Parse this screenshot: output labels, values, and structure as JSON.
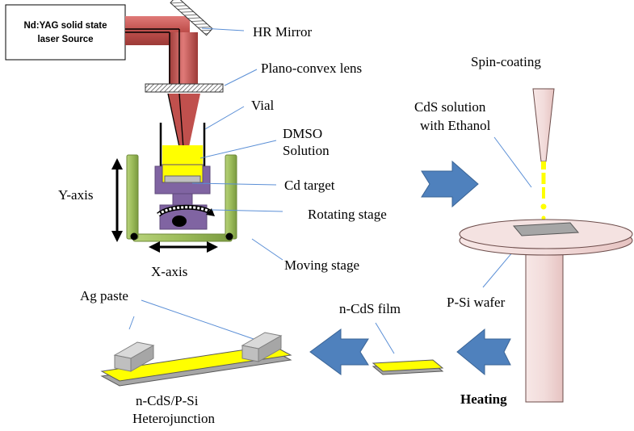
{
  "laser_source": [
    "Nd:YAG solid state",
    "laser Source"
  ],
  "labels": {
    "hr_mirror": "HR Mirror",
    "lens": "Plano-convex lens",
    "vial": "Vial",
    "dmso_1": "DMSO",
    "dmso_2": "Solution",
    "cd_target": "Cd target",
    "rotating_stage": "Rotating stage",
    "moving_stage": "Moving stage",
    "y_axis": "Y-axis",
    "x_axis": "X-axis",
    "spin_coating": "Spin-coating",
    "cds_solution_1": "CdS solution",
    "cds_solution_2": "with Ethanol",
    "psi_wafer": "P-Si wafer",
    "ncds_film": "n-CdS film",
    "ag_paste": "Ag paste",
    "heterojunction_1": "n-CdS/P-Si",
    "heterojunction_2": "Heterojunction",
    "heating": "Heating"
  },
  "colors": {
    "laser_beam": "#c0504d",
    "solution": "#ffff00",
    "stage_green": "#9bbb59",
    "stage_purple": "#8064a2",
    "arrow_blue": "#4f81bd",
    "spin_pink": "#f2dcdb",
    "leader": "#5b8fd6"
  }
}
